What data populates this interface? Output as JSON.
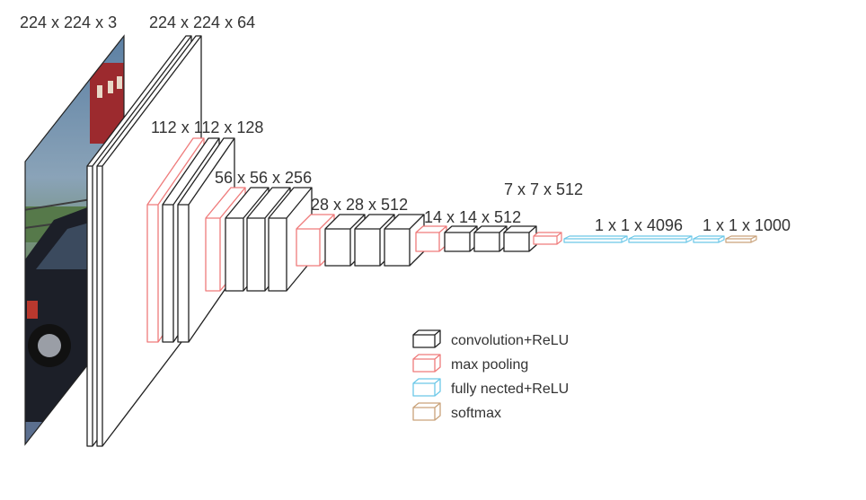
{
  "colors": {
    "conv": "#222222",
    "pool": "#ef7b7b",
    "fc": "#6cc8e8",
    "softmax": "#c9a27a"
  },
  "dims": {
    "input": "224 x 224 x 3",
    "block1": "224 x 224 x 64",
    "block2": "112 x 112 x 128",
    "block3": "56 x 56 x 256",
    "block4": "28 x 28 x 512",
    "block5": "14 x 14 x 512",
    "pool5": "7 x 7 x 512",
    "fc": "1 x 1 x 4096",
    "softmax": "1 x 1 x 1000"
  },
  "legend": {
    "conv": "convolution+ReLU",
    "pool": "max pooling",
    "fc": "fully nected+ReLU",
    "softmax": "softmax"
  }
}
